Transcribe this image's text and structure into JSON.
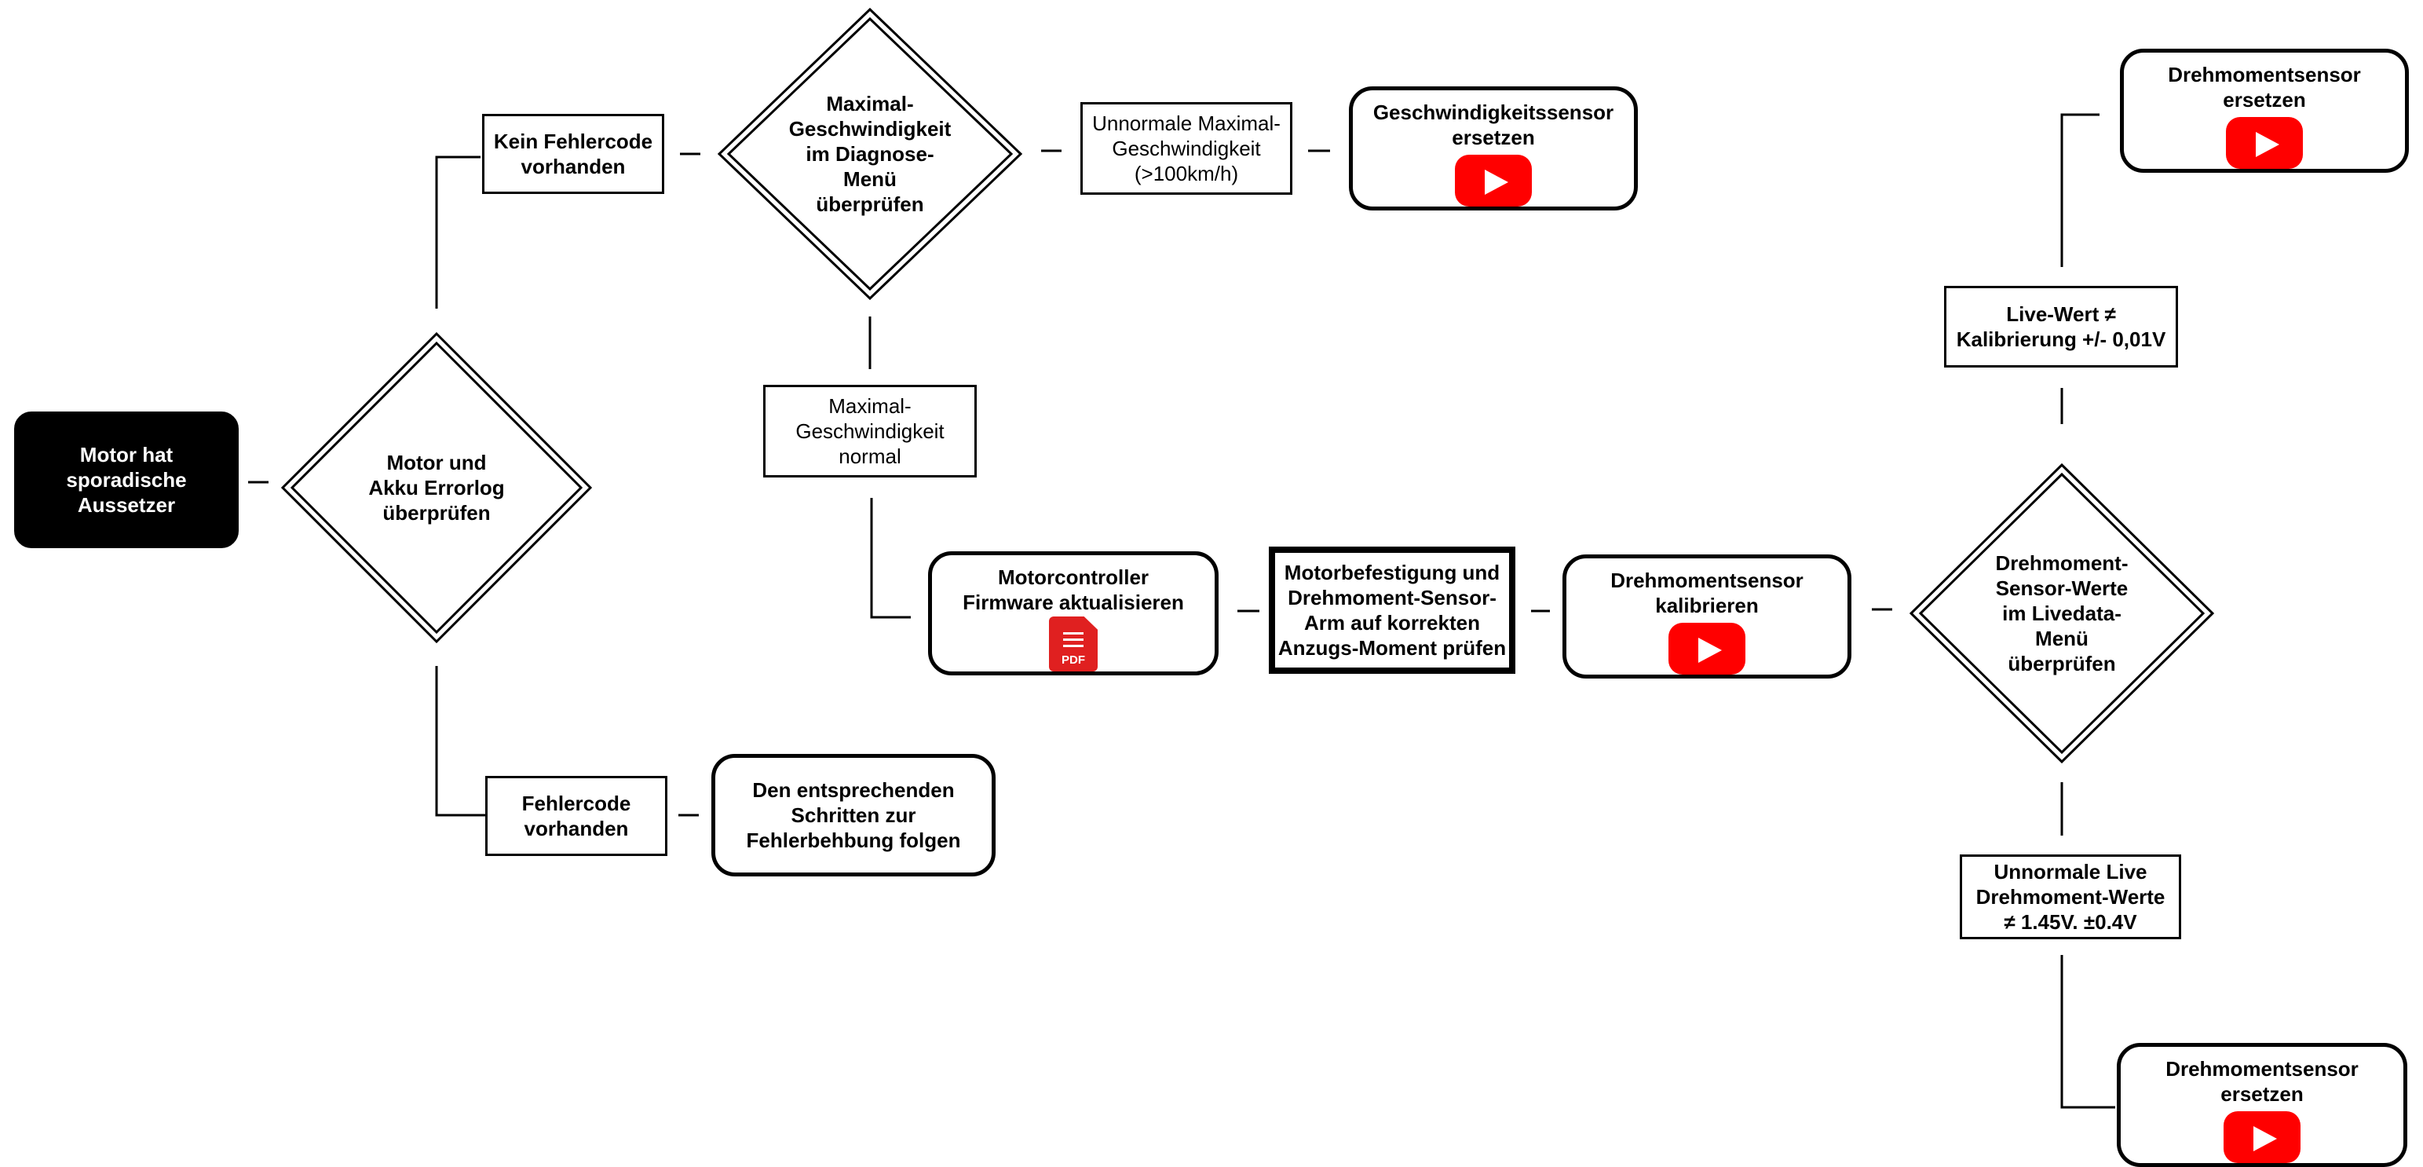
{
  "nodes": {
    "start": "Motor hat\nsporadische\nAussetzer",
    "check_errorlog": "Motor und\nAkku Errorlog\nüberprüfen",
    "no_error": "Kein Fehlercode\nvorhanden",
    "error_present": "Fehlercode\nvorhanden",
    "follow_steps": "Den entsprechenden\nSchritten zur\nFehlerbehbung folgen",
    "check_max_speed": "Maximal-\nGeschwindigkeit\nim Diagnose-\nMenü\nüberprüfen",
    "abnormal_max_speed": "Unnormale Maximal-\nGeschwindigkeit\n(>100km/h)",
    "replace_speed_sensor": "Geschwindigkeitssensor\nersetzen",
    "max_speed_normal": "Maximal-\nGeschwindigkeit\nnormal",
    "update_firmware": "Motorcontroller\nFirmware aktualisieren",
    "check_torque_mount": "Motorbefestigung und\nDrehmoment-Sensor-\nArm auf korrekten\nAnzugs-Moment prüfen",
    "calibrate_torque": "Drehmomentsensor\nkalibrieren",
    "check_torque_values": "Drehmoment-\nSensor-Werte\nim Livedata-\nMenü\nüberprüfen",
    "live_value_deviation": "Live-Wert  ≠\nKalibrierung +/- 0,01V",
    "replace_torque_top": "Drehmomentsensor\nersetzen",
    "abnormal_live_torque": "Unnormale Live\nDrehmoment-Werte\n≠ 1.45V. ±0.4V",
    "replace_torque_bottom": "Drehmomentsensor\nersetzen"
  },
  "icons": {
    "video": "youtube-play-icon",
    "document": "pdf-document-icon",
    "pdf_label": "PDF"
  },
  "colors": {
    "youtube": "#ff0000",
    "pdf": "#e02020",
    "terminal": "#000000"
  }
}
